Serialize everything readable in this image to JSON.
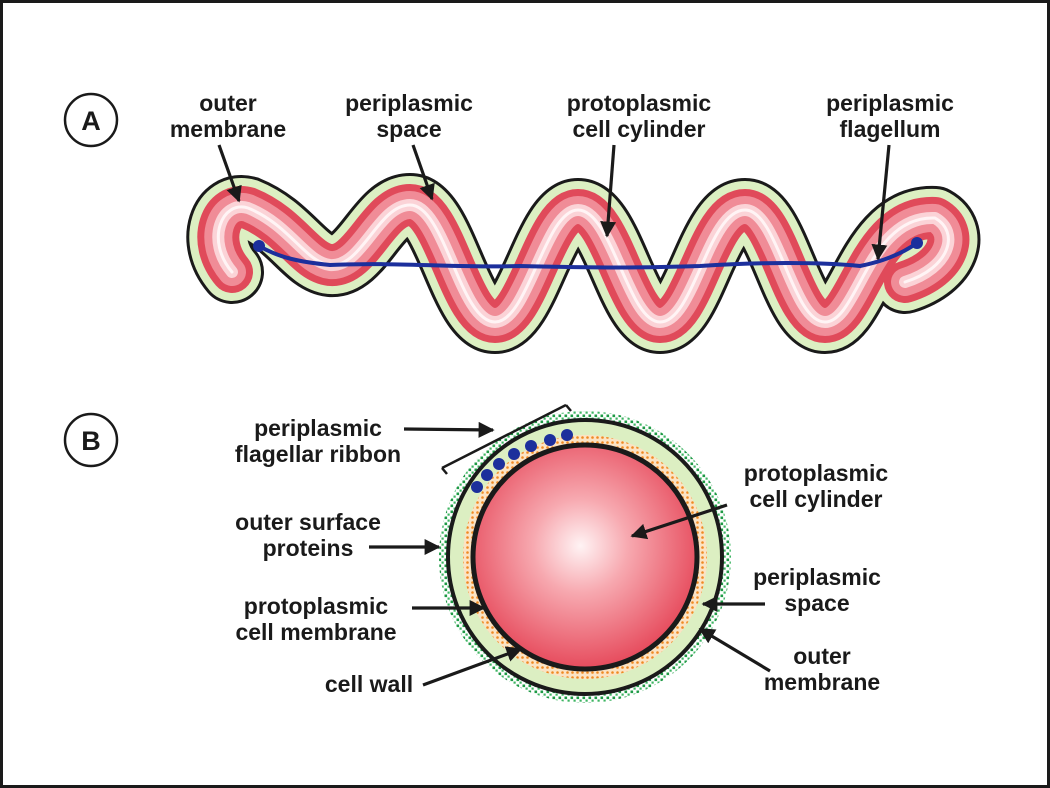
{
  "panel_a": {
    "letter": "A",
    "labels": {
      "outer_membrane": [
        "outer",
        "membrane"
      ],
      "periplasmic_space": [
        "periplasmic",
        "space"
      ],
      "protoplasmic_cell_cylinder": [
        "protoplasmic",
        "cell cylinder"
      ],
      "periplasmic_flagellum": [
        "periplasmic",
        "flagellum"
      ]
    }
  },
  "panel_b": {
    "letter": "B",
    "labels": {
      "periplasmic_flagellar_ribbon": [
        "periplasmic",
        "flagellar ribbon"
      ],
      "outer_surface_proteins": [
        "outer surface",
        "proteins"
      ],
      "protoplasmic_cell_membrane": [
        "protoplasmic",
        "cell membrane"
      ],
      "cell_wall": [
        "cell wall"
      ],
      "protoplasmic_cell_cylinder": [
        "protoplasmic",
        "cell cylinder"
      ],
      "periplasmic_space": [
        "periplasmic",
        "space"
      ],
      "outer_membrane": [
        "outer",
        "membrane"
      ]
    }
  },
  "colors": {
    "cytoplasm": "#e8505e",
    "cytoplasm_highlight": "#fde2e4",
    "periplasm": "#dcefc2",
    "flagellum": "#1c2f9c",
    "cell_wall": "#f39a3c",
    "surface_proteins": "#29a651",
    "outline": "#1a1a1a"
  }
}
